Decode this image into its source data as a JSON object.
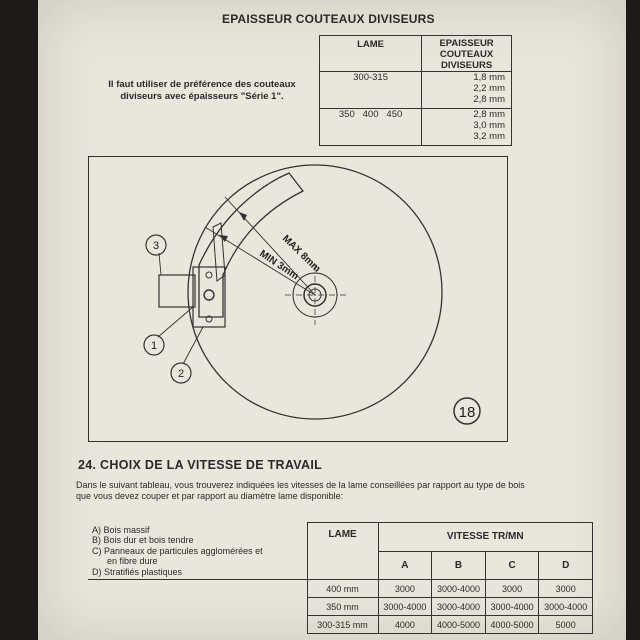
{
  "thickness_section": {
    "title": "EPAISSEUR COUTEAUX DIVISEURS",
    "note_line1": "Il faut utiliser de préférence des couteaux",
    "note_line2": "diviseurs avec épaisseurs \"Série 1\".",
    "col_blade": "LAME",
    "col_thickness": [
      "EPAISSEUR",
      "COUTEAUX",
      "DIVISEURS"
    ],
    "rows": [
      {
        "blade": "300-315",
        "thicknesses": [
          "1,8 mm",
          "2,2 mm",
          "2,8 mm"
        ]
      },
      {
        "blade": "350   400   450",
        "thicknesses": [
          "2,8 mm",
          "3,0 mm",
          "3,2 mm"
        ]
      }
    ]
  },
  "figure": {
    "label_max": "MAX 8mm",
    "label_min": "MIN 3mm",
    "callouts": [
      "1",
      "2",
      "3"
    ],
    "figure_number": "18"
  },
  "speed_section": {
    "heading": "24.  CHOIX DE LA VITESSE DE TRAVAIL",
    "intro_line1": "Dans le suivant tableau, vous trouverez indiquées les vitesses de la lame conseillées par rapport au type de bois",
    "intro_line2": "que vous devez couper et par rapport au diamètre lame disponible:",
    "wood_types": [
      "A) Bois massif",
      "B) Bois dur et bois tendre",
      "C) Panneaux de particules agglomérées et",
      "      en fibre dure",
      "D) Stratifiés plastiques"
    ],
    "col_blade": "LAME",
    "col_speed": "VITESSE TR/MN",
    "speed_cols": [
      "A",
      "B",
      "C",
      "D"
    ],
    "rows": [
      {
        "blade": "400 mm",
        "values": [
          "3000",
          "3000-4000",
          "3000",
          "3000"
        ]
      },
      {
        "blade": "350 mm",
        "values": [
          "3000-4000",
          "3000-4000",
          "3000-4000",
          "3000-4000"
        ]
      },
      {
        "blade": "300-315 mm",
        "values": [
          "4000",
          "4000-5000",
          "4000-5000",
          "5000"
        ]
      }
    ]
  }
}
